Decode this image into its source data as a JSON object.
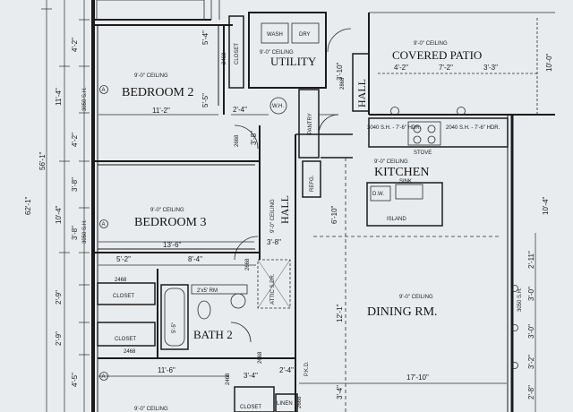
{
  "rooms": {
    "bedroom2": {
      "name": "BEDROOM 2",
      "ceiling": "9'-0\" CEILING"
    },
    "bedroom3": {
      "name": "BEDROOM 3",
      "ceiling": "9'-0\" CEILING"
    },
    "utility": {
      "name": "UTILITY",
      "ceiling": "9'-0\" CEILING"
    },
    "covered_patio": {
      "name": "COVERED PATIO",
      "ceiling": "9'-0\" CEILING"
    },
    "kitchen": {
      "name": "KITCHEN",
      "ceiling": "9'-0\" CEILING"
    },
    "dining": {
      "name": "DINING RM.",
      "ceiling": "9'-0\" CEILING"
    },
    "bath2": {
      "name": "BATH 2"
    },
    "hall_center": {
      "name": "HALL",
      "ceiling": "9'-0\" CEILING"
    },
    "hall_top": {
      "name": "HALL"
    },
    "bottom_left": {
      "ceiling": "9'-0\" CEILING"
    }
  },
  "labels": {
    "closet_bed2": "CLOSET",
    "closet_bath_1": "CLOSET",
    "closet_bath_2": "CLOSET",
    "closet_bottom": "CLOSET",
    "linen": "LINEN",
    "pantry": "PANTRY",
    "wash": "WASH",
    "dry": "DRY",
    "refg": "REFG.",
    "stove": "STOVE",
    "sink": "SINK",
    "dw": "D.W.",
    "island": "ISLAND",
    "attic": "ATTIC S.DR.",
    "wh": "W.H.",
    "hdr_left": "3040 S.H. - 7'-6\" HDR.",
    "hdr_right": "2040 S.H. - 7'-6\" HDR.",
    "win_left_1": "3050 S.H.",
    "win_left_2": "3050 S.H.",
    "win_right": "3050 S.H.",
    "door_2468_a": "2468",
    "door_2468_b": "2468",
    "door_2468_c": "2468",
    "door_2468_d": "2468",
    "door_2668_a": "2668",
    "door_2668_b": "2668",
    "door_2668_c": "2668",
    "door_2668_d": "2668",
    "door_2868": "2868",
    "sink_b2": "2'x5' RM",
    "pkd": "P.K.D."
  },
  "dims": {
    "left_total": "56'-1\"",
    "left_total2": "62'-1\"",
    "d_4_2": "4'-2\"",
    "d_11_4": "11'-4\"",
    "d_4_2b": "4'-2\"",
    "d_3_8": "3'-8\"",
    "d_10_4": "10'-4\"",
    "d_3_8b": "3'-8\"",
    "d_2_9": "2'-9\"",
    "d_2_9b": "2'-9\"",
    "d_4_5": "4'-5\"",
    "bed2_w": "11'-2\"",
    "bed3_w": "13'-6\"",
    "d_5_2": "5'-2\"",
    "d_8_4": "8'-4\"",
    "d_11_6": "11'-6\"",
    "d_3_4": "3'-4\"",
    "d_2_4": "2'-4\"",
    "d_2_4b": "2'-4\"",
    "d_3_8c": "3'-8\"",
    "d_3_8d": "3'-8\"",
    "d_5_4": "5'-4\"",
    "d_5_5": "5'-5\"",
    "d_3_10": "3'-10\"",
    "d_6_10": "6'-10\"",
    "d_12_1": "12'-1\"",
    "d_4_2c": "4'-2\"",
    "d_7_2": "7'-2\"",
    "d_3_3": "3'-3\"",
    "d_10_0": "10'-0\"",
    "d_10_4b": "10'-4\"",
    "d_17_10": "17'-10\"",
    "d_2_11": "2'-11\"",
    "d_3_0": "3'-0\"",
    "d_3_0b": "3'-0\"",
    "d_3_2": "3'-2\"",
    "d_2_8": "2'-8\"",
    "d_3_4b": "3'-4\""
  },
  "colors": {
    "ink": "#1b1b1b",
    "paper": "#e9ecee"
  }
}
